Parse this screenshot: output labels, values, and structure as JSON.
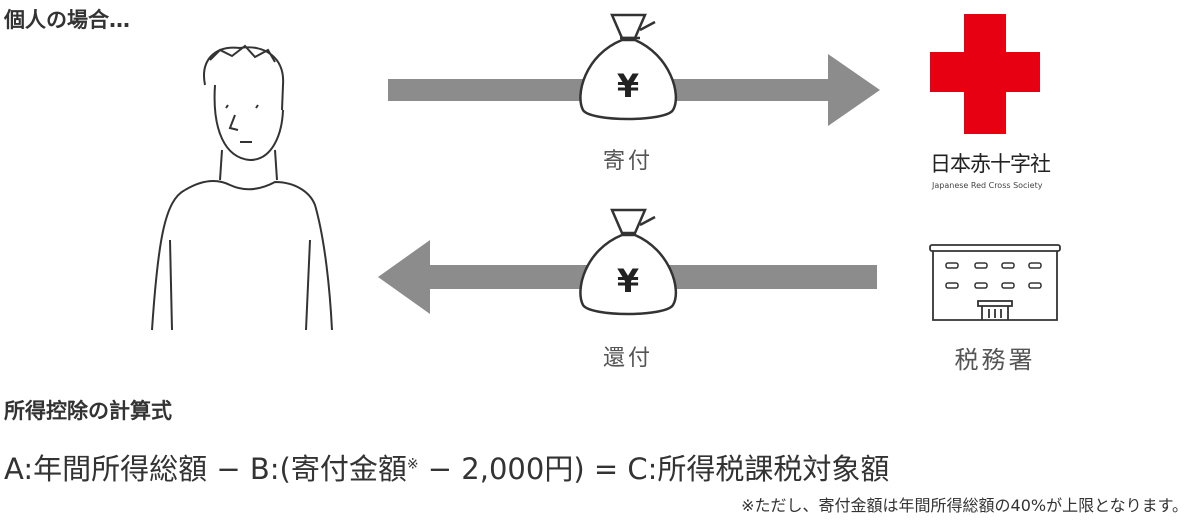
{
  "title": "個人の場合…",
  "donation_label": "寄付",
  "refund_label": "還付",
  "jrc": {
    "name_ja": "日本赤十字社",
    "name_en": "Japanese Red Cross Society",
    "color": "#e60012"
  },
  "tax_office_label": "税務署",
  "yen_symbol": "¥",
  "formula": {
    "title": "所得控除の計算式",
    "part_a": "A:年間所得総額 − B:(寄付金額",
    "mark": "※",
    "part_b": " − 2,000円) = C:所得税課税対象額"
  },
  "note": "※ただし、寄付金額は年間所得総額の40%が上限となります。",
  "colors": {
    "arrow": "#8c8c8c",
    "line": "#333333"
  }
}
